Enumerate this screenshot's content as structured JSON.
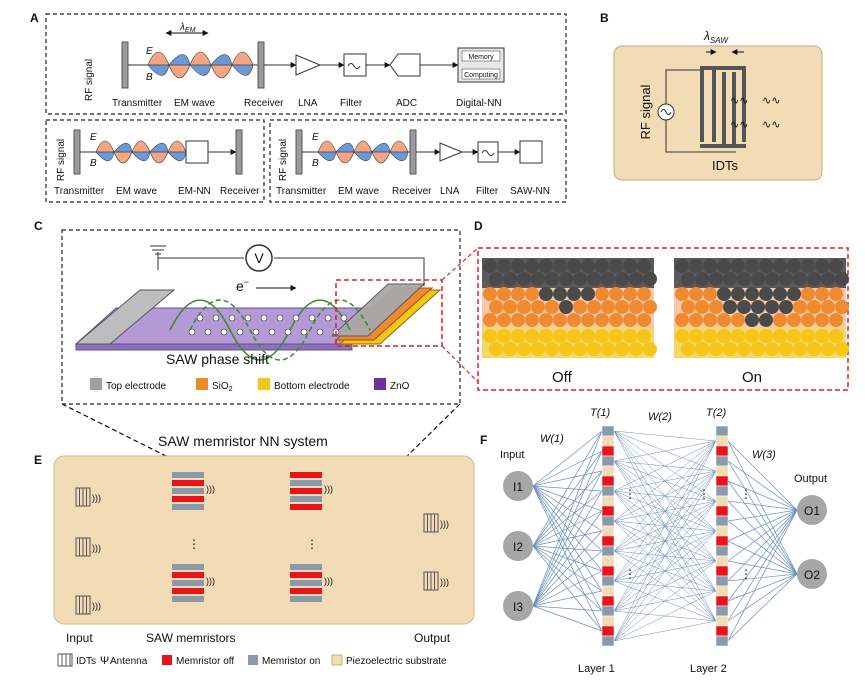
{
  "panels": {
    "a": {
      "label": "A",
      "top": {
        "lambda": "λ",
        "lambda_sub": "EM",
        "rf_signal": "RF signal",
        "field_e": "E",
        "field_b": "B",
        "transmitter": "Transmitter",
        "em_wave": "EM wave",
        "receiver": "Receiver",
        "lna": "LNA",
        "filter": "Filter",
        "adc": "ADC",
        "memory": "Memory",
        "computing": "Computing",
        "digital_nn": "Digital-NN"
      },
      "bottom_left": {
        "rf_signal": "RF signal",
        "field_e": "E",
        "field_b": "B",
        "transmitter": "Transmitter",
        "em_wave": "EM wave",
        "em_nn": "EM-NN",
        "receiver": "Receiver"
      },
      "bottom_right": {
        "rf_signal": "RF signal",
        "field_e": "E",
        "field_b": "B",
        "transmitter": "Transmitter",
        "em_wave": "EM wave",
        "receiver": "Receiver",
        "lna": "LNA",
        "filter": "Filter",
        "saw_nn": "SAW-NN"
      }
    },
    "b": {
      "label": "B",
      "lambda": "λ",
      "lambda_sub": "SAW",
      "rf_signal": "RF signal",
      "idts": "IDTs"
    },
    "c": {
      "label": "C",
      "voltmeter": "V",
      "electron": "e",
      "electron_sup": "−",
      "caption": "SAW phase shift",
      "legend": [
        {
          "label": "Top electrode",
          "color": "#a0a0a0"
        },
        {
          "label": "SiO",
          "sub": "2",
          "color": "#f08a30"
        },
        {
          "label": "Bottom electrode",
          "color": "#f5c518"
        },
        {
          "label": "ZnO",
          "color": "#7030a0"
        }
      ]
    },
    "d": {
      "label": "D",
      "off": "Off",
      "on": "On"
    },
    "e": {
      "label": "E",
      "title": "SAW memristor NN system",
      "input": "Input",
      "saw_memristors": "SAW memristors",
      "output": "Output",
      "legend": [
        {
          "label": "IDTs"
        },
        {
          "label": "Antenna"
        },
        {
          "label": "Memristor off",
          "color": "#e8141c"
        },
        {
          "label": "Memristor on",
          "color": "#8a9aab"
        },
        {
          "label": "Piezoelectric substrate",
          "color": "#f2dcb5"
        }
      ]
    },
    "f": {
      "label": "F",
      "input": "Input",
      "output": "Output",
      "w1": "W(1)",
      "w2": "W(2)",
      "w3": "W(3)",
      "t1": "T(1)",
      "t2": "T(2)",
      "inputs": [
        "I1",
        "I2",
        "I3"
      ],
      "outputs": [
        "O1",
        "O2"
      ],
      "layer1": "Layer 1",
      "layer2": "Layer 2"
    }
  },
  "colors": {
    "panel_bg": "#f2dcb5",
    "memristor_off": "#e8141c",
    "memristor_on": "#8a9aab",
    "em_wave_e": "#f4a582",
    "em_wave_b": "#5b8fd1",
    "network_line": "#6a8fc0",
    "node": "#a6a6a6",
    "highlight_dash": "#e02020"
  }
}
